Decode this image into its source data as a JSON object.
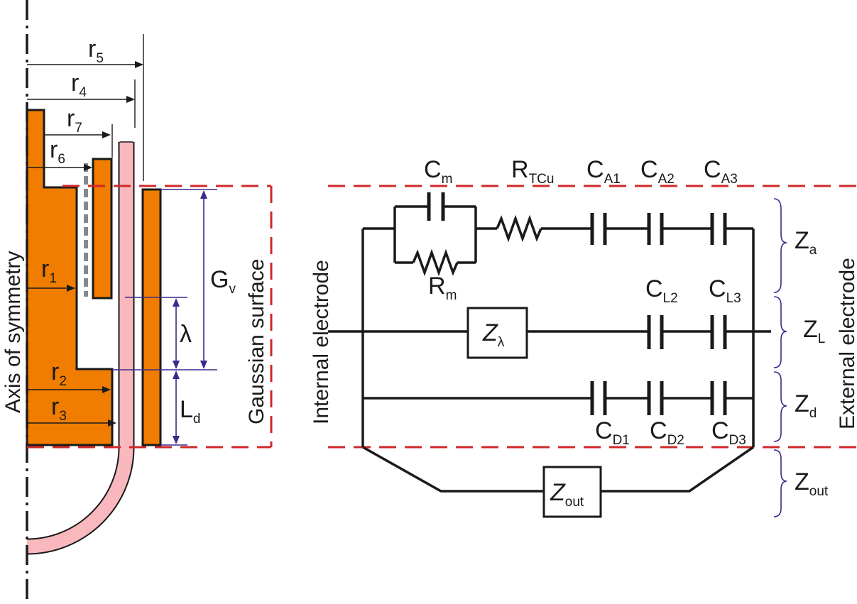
{
  "colors": {
    "electrode": "#f07d00",
    "tube": "#f9b8bd",
    "gauss": "#d0282a",
    "dim": "#3a2a8c",
    "ink": "#1a1a1a"
  },
  "labels": {
    "axis": "Axis of symmetry",
    "gaussian": "Gaussian surface",
    "internal": "Internal electrode",
    "external": "External electrode",
    "r5": {
      "main": "r",
      "sub": "5"
    },
    "r4": {
      "main": "r",
      "sub": "4"
    },
    "r7": {
      "main": "r",
      "sub": "7"
    },
    "r6": {
      "main": "r",
      "sub": "6"
    },
    "r1": {
      "main": "r",
      "sub": "1"
    },
    "r2": {
      "main": "r",
      "sub": "2"
    },
    "r3": {
      "main": "r",
      "sub": "3"
    },
    "gv": {
      "main": "G",
      "sub": "v"
    },
    "lambda": "λ",
    "ld": {
      "main": "L",
      "sub": "d"
    },
    "cm": {
      "main": "C",
      "sub": "m"
    },
    "rtcu": {
      "main": "R",
      "sub": "TCu"
    },
    "ca1": {
      "main": "C",
      "sub": "A1"
    },
    "ca2": {
      "main": "C",
      "sub": "A2"
    },
    "ca3": {
      "main": "C",
      "sub": "A3"
    },
    "rm": {
      "main": "R",
      "sub": "m"
    },
    "cl2": {
      "main": "C",
      "sub": "L2"
    },
    "cl3": {
      "main": "C",
      "sub": "L3"
    },
    "cd1": {
      "main": "C",
      "sub": "D1"
    },
    "cd2": {
      "main": "C",
      "sub": "D2"
    },
    "cd3": {
      "main": "C",
      "sub": "D3"
    },
    "zlambda": {
      "main": "Z",
      "sub": "λ"
    },
    "zout_box": {
      "main": "Z",
      "sub": "out"
    },
    "za": {
      "main": "Z",
      "sub": "a"
    },
    "zl": {
      "main": "Z",
      "sub": "L"
    },
    "zd": {
      "main": "Z",
      "sub": "d"
    },
    "zout": {
      "main": "Z",
      "sub": "out"
    }
  }
}
